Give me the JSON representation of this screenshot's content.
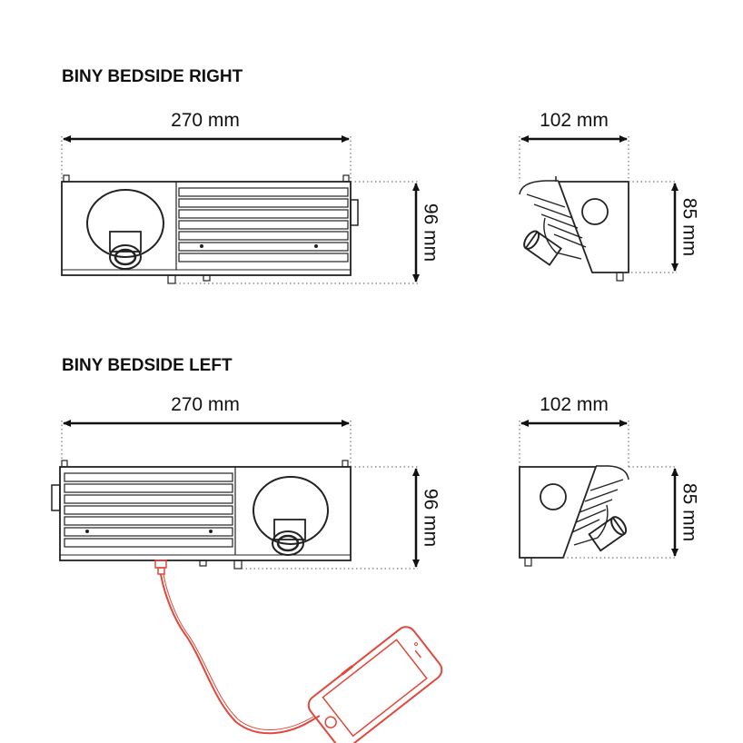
{
  "colors": {
    "line": "#222222",
    "cable": "#e0483b",
    "background": "#ffffff"
  },
  "sections": [
    {
      "title": "BINY BEDSIDE RIGHT",
      "front_width_label": "270 mm",
      "front_height_label": "96 mm",
      "side_width_label": "102 mm",
      "side_height_label": "85 mm"
    },
    {
      "title": "BINY BEDSIDE LEFT",
      "front_width_label": "270 mm",
      "front_height_label": "96 mm",
      "side_width_label": "102 mm",
      "side_height_label": "85 mm"
    }
  ]
}
